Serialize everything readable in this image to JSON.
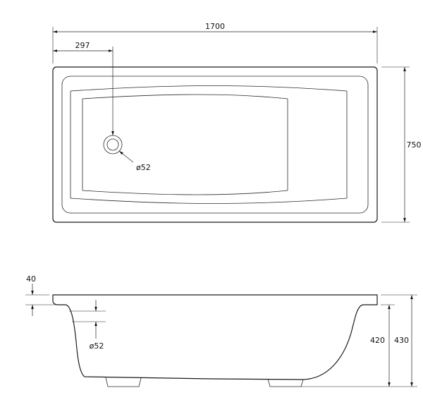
{
  "dims": {
    "top": {
      "length": "1700",
      "drain_offset": "297",
      "width": "750",
      "drain_diameter": "ø52"
    },
    "side": {
      "rim_height": "40",
      "drain_diameter": "ø52",
      "inner_height": "420",
      "total_height": "430"
    }
  }
}
